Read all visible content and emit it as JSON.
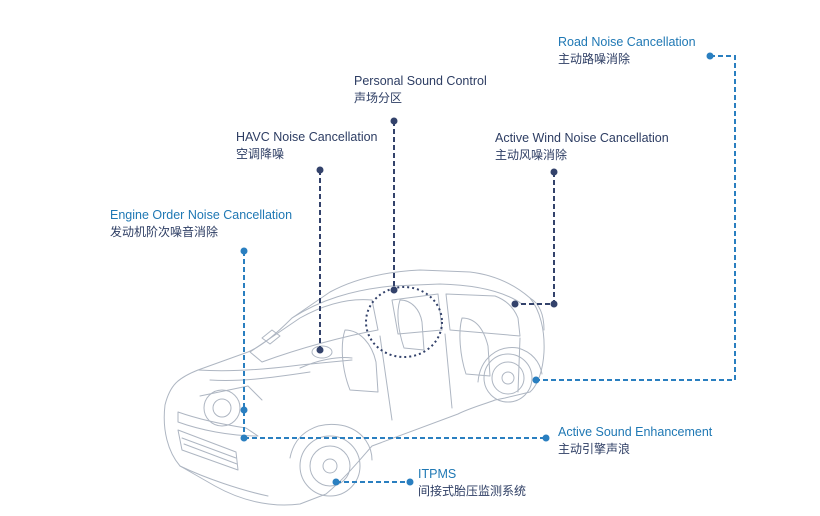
{
  "colors": {
    "navy": "#33426b",
    "blue": "#2a7fc0",
    "car_line": "#aeb6c2"
  },
  "features": {
    "road_noise": {
      "en": "Road Noise Cancellation",
      "zh": "主动路噪消除"
    },
    "personal_sound": {
      "en": "Personal Sound Control",
      "zh": "声场分区"
    },
    "havc_noise": {
      "en": "HAVC Noise Cancellation",
      "zh": "空调降噪"
    },
    "wind_noise": {
      "en": "Active Wind Noise Cancellation",
      "zh": "主动风噪消除"
    },
    "engine_order": {
      "en": "Engine Order Noise Cancellation",
      "zh": "发动机阶次噪音消除"
    },
    "sound_enhancement": {
      "en": "Active Sound Enhancement",
      "zh": "主动引擎声浪"
    },
    "itpms": {
      "en": "ITPMS",
      "zh": "间接式胎压监测系统"
    }
  }
}
